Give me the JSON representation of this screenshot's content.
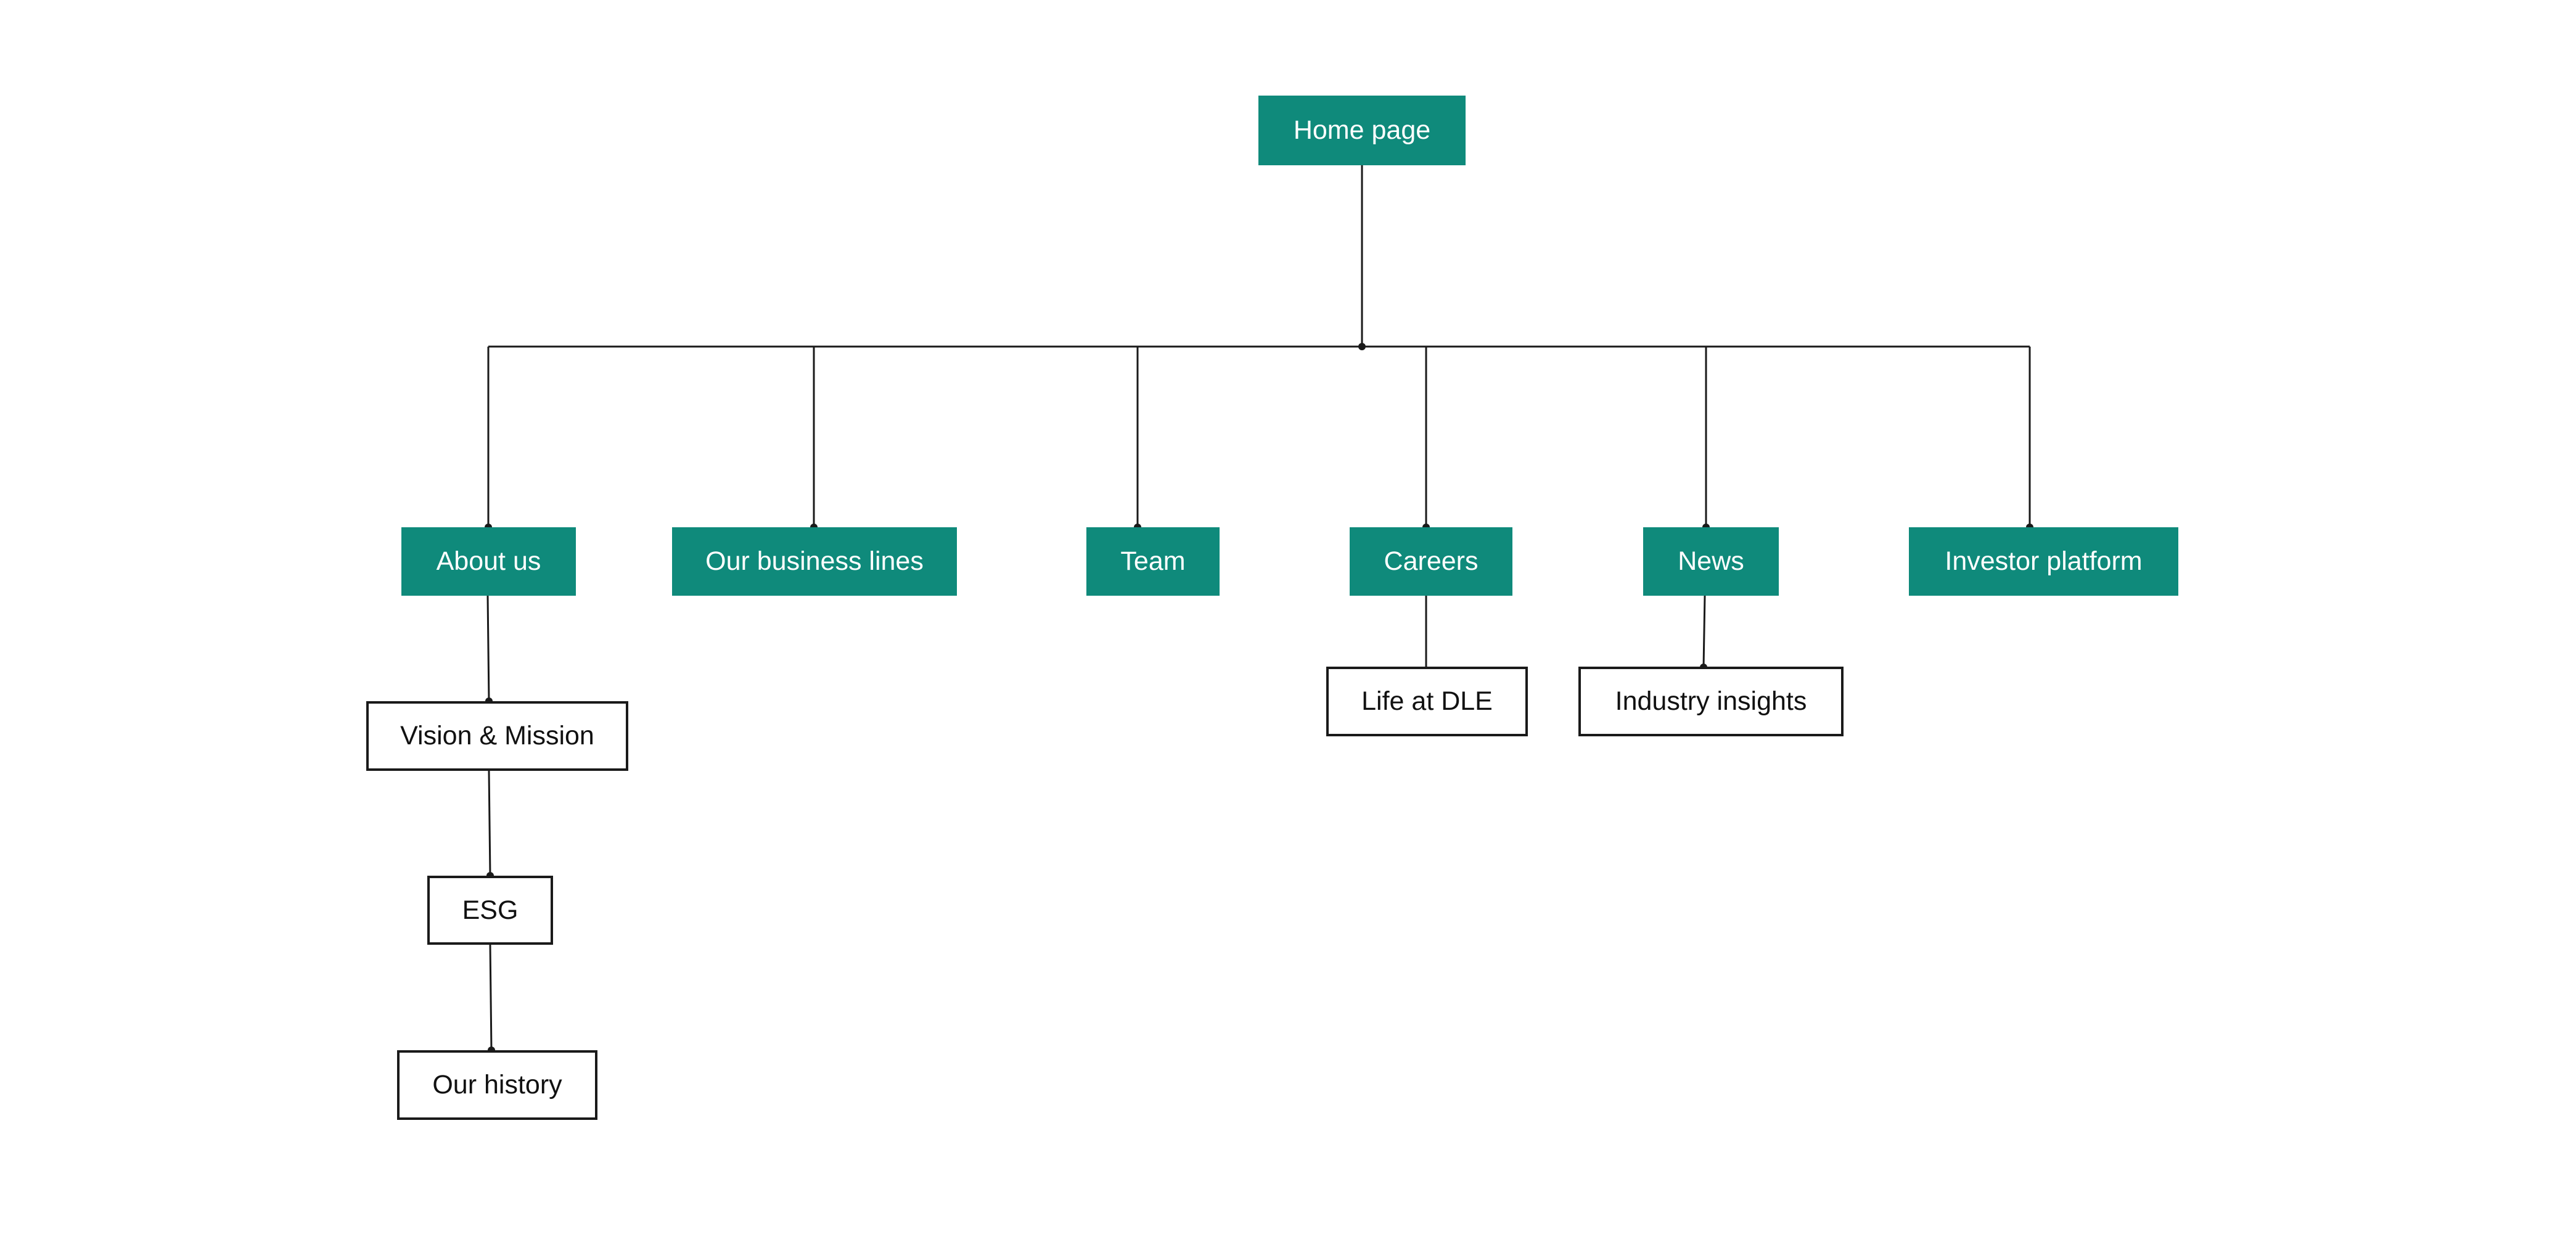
{
  "colors": {
    "primary_fill": "#0f8a7b",
    "primary_text": "#ffffff",
    "secondary_border": "#1a1a1a",
    "connector": "#1a1a1a"
  },
  "root": {
    "label": "Home page"
  },
  "sections": [
    {
      "label": "About us",
      "children": [
        "Vision & Mission",
        "ESG",
        "Our history"
      ]
    },
    {
      "label": "Our business lines",
      "children": []
    },
    {
      "label": "Team",
      "children": []
    },
    {
      "label": "Careers",
      "children": [
        "Life at DLE"
      ]
    },
    {
      "label": "News",
      "children": [
        "Industry insights"
      ]
    },
    {
      "label": "Investor platform",
      "children": []
    }
  ]
}
